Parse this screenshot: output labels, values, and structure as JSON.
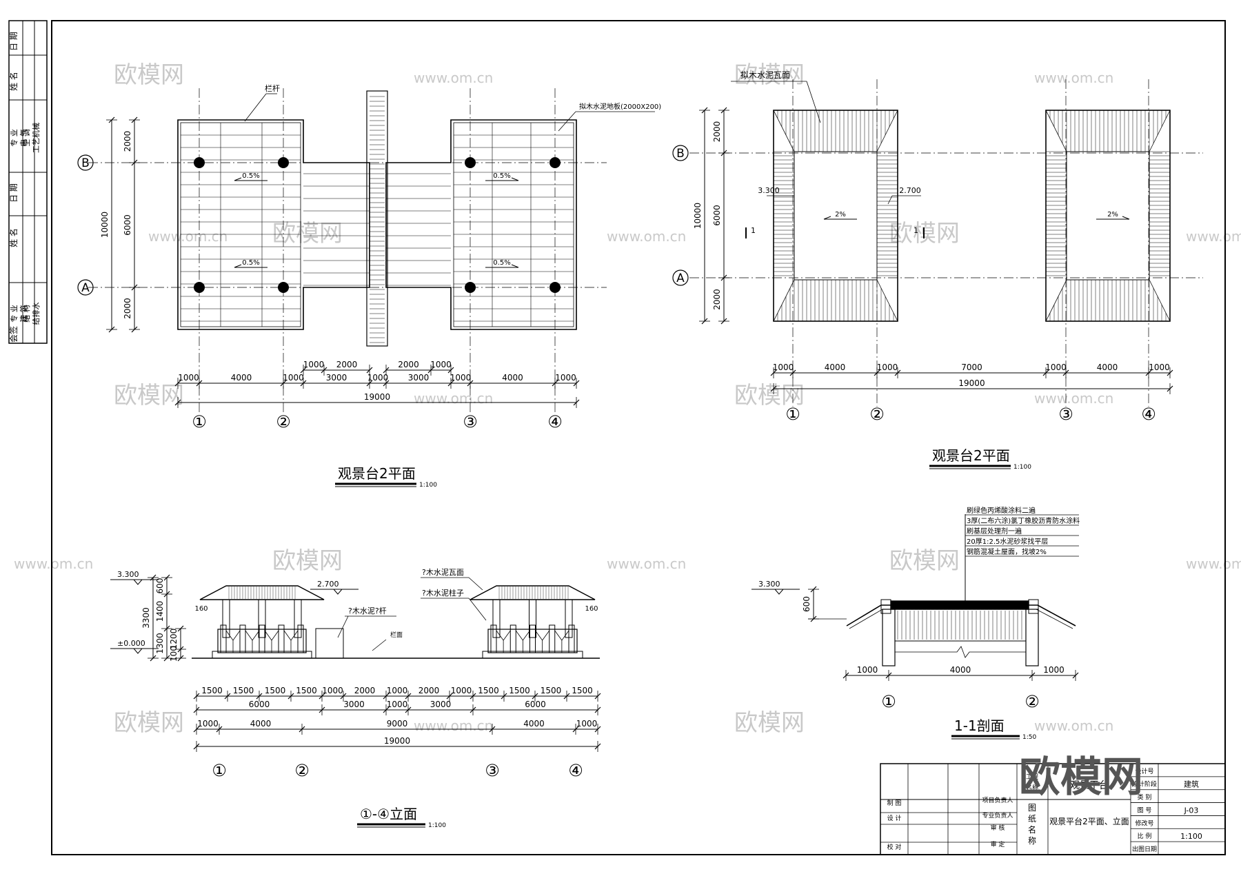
{
  "side_strip": {
    "group1": [
      "专 业",
      "电 气",
      "空 调",
      "工艺机械"
    ],
    "group2": [
      "专 业",
      "建 筑",
      "结 构",
      "给排水"
    ],
    "name_label": "姓 名",
    "date_label": "日 期",
    "countersign": "会签"
  },
  "plan1": {
    "title": "观景台2平面",
    "scale": "1:100",
    "railing_label": "栏杆",
    "floor_label": "拟木水泥地板(2000X200)",
    "slope": "0.5%",
    "v_dims": [
      "2000",
      "6000",
      "2000"
    ],
    "v_total": "10000",
    "row1": [
      "1000",
      "2000",
      "2000",
      "1000"
    ],
    "row2": [
      "1000",
      "4000",
      "1000",
      "3000",
      "1000",
      "3000",
      "1000",
      "4000",
      "1000"
    ],
    "total": "19000"
  },
  "plan2": {
    "title": "观景台2平面",
    "scale": "1:100",
    "roof_label": "拟木水泥瓦面",
    "el_left": "3.300",
    "el_right": "2.700",
    "slope": "2%",
    "section_mark": "1",
    "v_dims": [
      "2000",
      "6000",
      "2000"
    ],
    "v_total": "10000",
    "row1": [
      "1000",
      "4000",
      "1000",
      "7000",
      "1000",
      "4000",
      "1000"
    ],
    "total": "19000"
  },
  "axes": {
    "rows": [
      "B",
      "A"
    ],
    "cols": [
      "①",
      "②",
      "③",
      "④"
    ]
  },
  "elevation": {
    "title": "①-④立面",
    "scale": "1:100",
    "el_top": "3.300",
    "el_zero": "±0.000",
    "el_mid": "2.700",
    "v_dims": [
      "600",
      "1400",
      "1300",
      "3300",
      "1200",
      "100"
    ],
    "post_dim": "160",
    "labels": [
      "?木水泥瓦面",
      "?木水泥柱子",
      "?木水泥?杆",
      "栏面"
    ],
    "row1": [
      "1500",
      "1500",
      "1500",
      "1500",
      "1000",
      "2000",
      "1000",
      "2000",
      "1000",
      "1500",
      "1500",
      "1500",
      "1500"
    ],
    "row2": [
      "6000",
      "3000",
      "1000",
      "3000",
      "6000"
    ],
    "row3": [
      "1000",
      "4000",
      "9000",
      "4000",
      "1000"
    ],
    "total": "19000"
  },
  "section": {
    "title": "1-1剖面",
    "scale": "1:50",
    "el_top": "3.300",
    "dim_600": "600",
    "notes": [
      "刷绿色丙烯酸涂料二遍",
      "3厚(二布六涂)氯丁橡胶沥青防水涂料",
      "刷基层处理剂一遍",
      "20厚1:2.5水泥砂浆找平层",
      "钢筋混凝土屋面，找坡2%"
    ],
    "dims": [
      "1000",
      "4000",
      "1000"
    ],
    "cols": [
      "①",
      "②"
    ]
  },
  "title_block": {
    "left_rows": [
      [
        "制 图",
        "项目负责人"
      ],
      [
        "设 计",
        "专业负责人"
      ],
      [
        "",
        "审 核"
      ],
      [
        "校 对",
        "审 定"
      ]
    ],
    "drawing_name_label": "图纸名称",
    "drawing_name": "观景平台2平面、立面",
    "project_label": "工程名称",
    "project_name": "观景平台",
    "right_rows": [
      [
        "设计号",
        ""
      ],
      [
        "设计阶段",
        "建筑"
      ],
      [
        "类 别",
        ""
      ],
      [
        "图 号",
        "J-03"
      ],
      [
        "修改号",
        ""
      ],
      [
        "比 例",
        "1:100"
      ],
      [
        "出图日期",
        ""
      ]
    ]
  },
  "watermark": {
    "text": "欧模网",
    "url": "www.om.cn"
  },
  "logo": "欧模网"
}
